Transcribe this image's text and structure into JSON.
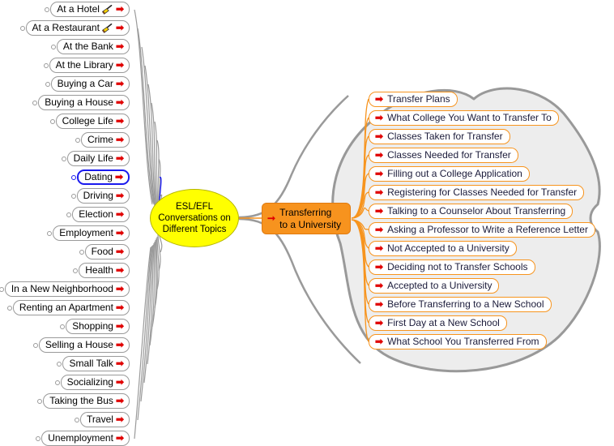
{
  "diagram": {
    "type": "mind-map",
    "title": "ESL/EFL Conversations on Different Topics",
    "colors": {
      "center_fill": "#ffff00",
      "main_topic_fill": "#f7931e",
      "bubble_fill": "#ededed",
      "bubble_stroke": "#999999",
      "leaf_stroke": "#f7941e",
      "branch_stroke": "#9a9a9a",
      "selection": "#1a1aee",
      "arrow": "#e00000"
    }
  },
  "center": {
    "line1": "ESL/EFL",
    "line2": "Conversations on",
    "line3": "Different Topics"
  },
  "main_topic": {
    "icon": "arrow-right-icon",
    "line1": "Transferring",
    "line2": "to a University"
  },
  "left_branches": [
    {
      "label": "At a Hotel",
      "icon": "broom-icon",
      "arrow": "→",
      "selected": false
    },
    {
      "label": "At a Restaurant",
      "icon": "broom-icon",
      "arrow": "→",
      "selected": false
    },
    {
      "label": "At the Bank",
      "icon": null,
      "arrow": "→",
      "selected": false
    },
    {
      "label": "At the Library",
      "icon": null,
      "arrow": "→",
      "selected": false
    },
    {
      "label": "Buying a Car",
      "icon": null,
      "arrow": "→",
      "selected": false
    },
    {
      "label": "Buying a House",
      "icon": null,
      "arrow": "→",
      "selected": false
    },
    {
      "label": "College Life",
      "icon": null,
      "arrow": "→",
      "selected": false
    },
    {
      "label": "Crime",
      "icon": null,
      "arrow": "→",
      "selected": false
    },
    {
      "label": "Daily Life",
      "icon": null,
      "arrow": "→",
      "selected": false
    },
    {
      "label": "Dating",
      "icon": null,
      "arrow": "→",
      "selected": true
    },
    {
      "label": "Driving",
      "icon": null,
      "arrow": "→",
      "selected": false
    },
    {
      "label": "Election",
      "icon": null,
      "arrow": "→",
      "selected": false
    },
    {
      "label": "Employment",
      "icon": null,
      "arrow": "→",
      "selected": false
    },
    {
      "label": "Food",
      "icon": null,
      "arrow": "→",
      "selected": false
    },
    {
      "label": "Health",
      "icon": null,
      "arrow": "→",
      "selected": false
    },
    {
      "label": "In a New Neighborhood",
      "icon": null,
      "arrow": "→",
      "selected": false
    },
    {
      "label": "Renting an Apartment",
      "icon": null,
      "arrow": "→",
      "selected": false
    },
    {
      "label": "Shopping",
      "icon": null,
      "arrow": "→",
      "selected": false
    },
    {
      "label": "Selling a House",
      "icon": null,
      "arrow": "→",
      "selected": false
    },
    {
      "label": "Small Talk",
      "icon": null,
      "arrow": "→",
      "selected": false
    },
    {
      "label": "Socializing",
      "icon": null,
      "arrow": "→",
      "selected": false
    },
    {
      "label": "Taking the Bus",
      "icon": null,
      "arrow": "→",
      "selected": false
    },
    {
      "label": "Travel",
      "icon": null,
      "arrow": "→",
      "selected": false
    },
    {
      "label": "Unemployment",
      "icon": null,
      "arrow": "→",
      "selected": false
    }
  ],
  "right_leaves": [
    {
      "label": "Transfer Plans",
      "arrow": "→"
    },
    {
      "label": "What College You Want to Transfer To",
      "arrow": "→"
    },
    {
      "label": "Classes Taken for Transfer",
      "arrow": "→"
    },
    {
      "label": "Classes Needed for Transfer",
      "arrow": "→"
    },
    {
      "label": "Filling out a College Application",
      "arrow": "→"
    },
    {
      "label": "Registering for Classes Needed for Transfer",
      "arrow": "→"
    },
    {
      "label": "Talking to a Counselor About Transferring",
      "arrow": "→"
    },
    {
      "label": "Asking a Professor to Write a Reference Letter",
      "arrow": "→"
    },
    {
      "label": "Not Accepted to a University",
      "arrow": "→"
    },
    {
      "label": "Deciding not to Transfer Schools",
      "arrow": "→"
    },
    {
      "label": "Accepted to a University",
      "arrow": "→"
    },
    {
      "label": "Before Transferring to a New School",
      "arrow": "→"
    },
    {
      "label": "First Day at a New School",
      "arrow": "→"
    },
    {
      "label": "What School You Transferred From",
      "arrow": "→"
    }
  ]
}
